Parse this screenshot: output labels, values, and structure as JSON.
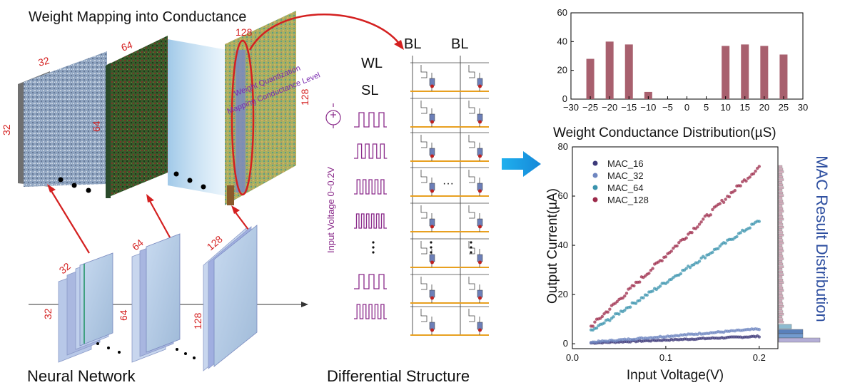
{
  "panel_left": {
    "title": "Weight Mapping into Conductance",
    "caption": "Neural Network",
    "layer_labels": [
      "32",
      "64",
      "128"
    ],
    "overlay_text": [
      "Weight Quantization",
      "Mapping Conductance Level"
    ]
  },
  "panel_middle": {
    "caption": "Differential Structure",
    "bl_labels": [
      "BL",
      "BL"
    ],
    "wl_label": "WL",
    "sl_label": "SL",
    "input_label": "Input Voltage 0~0.2V",
    "ellipsis": "···"
  },
  "histogram": {
    "caption": "Weight Conductance Distribution(µS)",
    "xticks": [
      "−30",
      "−25",
      "−20",
      "−15",
      "−10",
      "−5",
      "0",
      "5",
      "10",
      "15",
      "20",
      "25",
      "30"
    ],
    "yticks": [
      "0",
      "20",
      "40",
      "60"
    ]
  },
  "colors": {
    "red_label": "#d42020",
    "purple_wave": "#8a2a8a",
    "sl_line": "#e8a020",
    "arrow_blue": "#1aa0e0",
    "hist_bar": "#a8606e",
    "mac16": "#3d3a7a",
    "mac32": "#6e86c0",
    "mac64": "#3a93ad",
    "mac128": "#9c2a4a",
    "side_title": "#2e4fa0"
  },
  "chart_data": [
    {
      "type": "bar",
      "categories": [
        "-25",
        "-20",
        "-15",
        "-10",
        "10",
        "15",
        "20",
        "25"
      ],
      "values": [
        28,
        40,
        38,
        5,
        37,
        38,
        37,
        31
      ],
      "xlabel": "Weight Conductance Distribution(µS)",
      "ylabel": "",
      "xlim": [
        -30,
        30
      ],
      "ylim": [
        0,
        60
      ]
    },
    {
      "type": "scatter",
      "xlabel": "Input Voltage(V)",
      "ylabel": "Output Current(µA)",
      "xlim": [
        0.0,
        0.22
      ],
      "ylim": [
        -2,
        80
      ],
      "xticks": [
        "0.0",
        "0.1",
        "0.2"
      ],
      "yticks": [
        "0",
        "20",
        "40",
        "60",
        "80"
      ],
      "legend_position": "top-left",
      "side_title": "MAC Result Distribution",
      "series": [
        {
          "name": "MAC_16",
          "color": "#3d3a7a",
          "x": [
            0.02,
            0.2
          ],
          "y": [
            0.3,
            3
          ]
        },
        {
          "name": "MAC_32",
          "color": "#6e86c0",
          "x": [
            0.02,
            0.2
          ],
          "y": [
            0.6,
            6
          ]
        },
        {
          "name": "MAC_64",
          "color": "#3a93ad",
          "x": [
            0.02,
            0.2
          ],
          "y": [
            5,
            50
          ]
        },
        {
          "name": "MAC_128",
          "color": "#9c2a4a",
          "x": [
            0.02,
            0.2
          ],
          "y": [
            7,
            72
          ]
        }
      ]
    }
  ]
}
